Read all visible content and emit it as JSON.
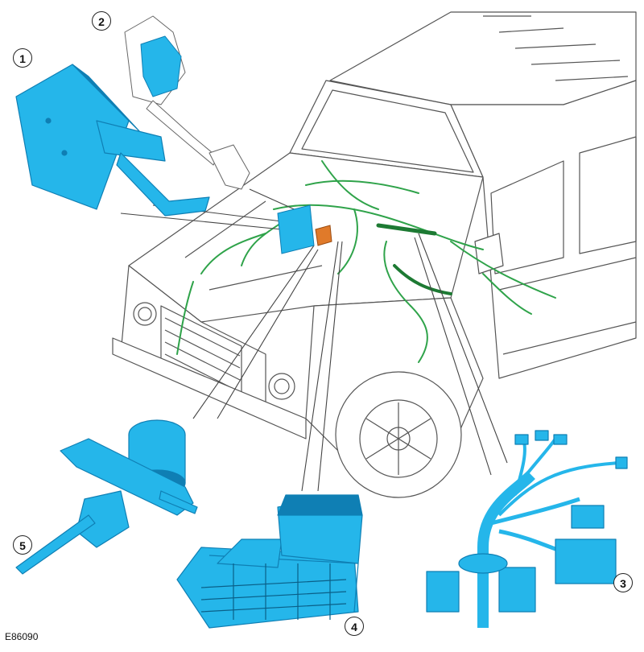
{
  "figure": {
    "reference": "E86090",
    "callouts": [
      "1",
      "2",
      "3",
      "4",
      "5"
    ]
  },
  "icons": {
    "component_1": "pedal-box-icon",
    "component_2": "accelerator-pedal-icon",
    "component_3": "wiring-harness-icon",
    "component_4": "fuse-box-icon",
    "component_5": "clutch-master-cylinder-icon",
    "vehicle": "vehicle-outline-icon"
  },
  "colors": {
    "component": "#25b6ea",
    "component_dark": "#0f7fb4",
    "harness": "#2fa34a",
    "harness_dark": "#1d7a33",
    "highlight": "#e07a2a",
    "outline": "#555555"
  }
}
